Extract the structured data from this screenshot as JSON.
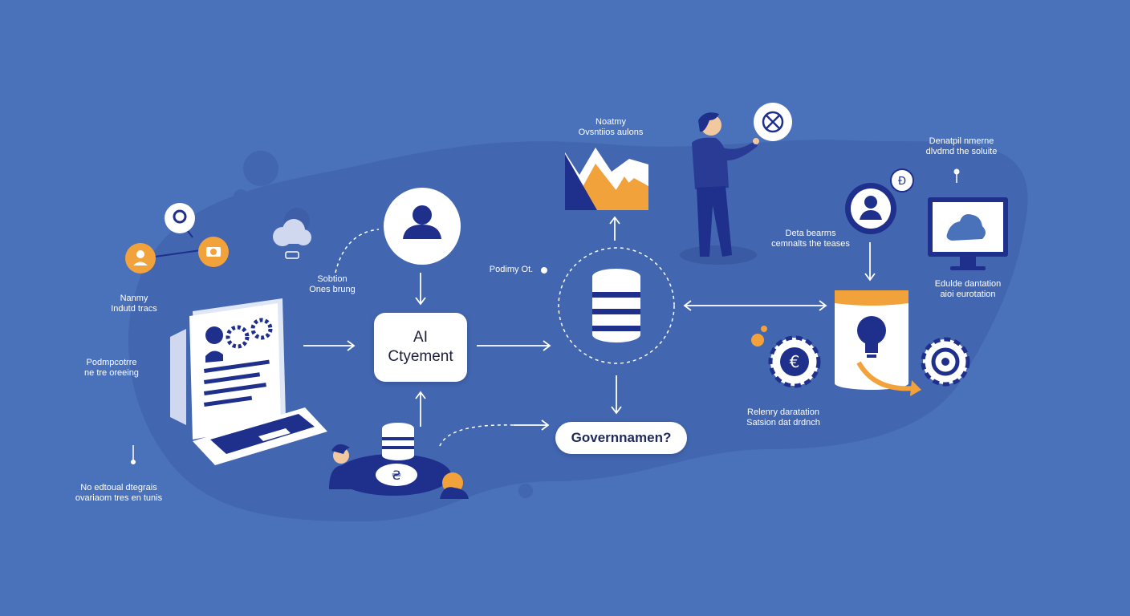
{
  "colors": {
    "background": "#4a72bb",
    "blob": "#4266b0",
    "navy": "#1f2f8c",
    "accent": "#f2a23a",
    "white": "#ffffff"
  },
  "nodes": {
    "ai_box": {
      "line1": "AI",
      "line2": "Ctyement"
    },
    "governance": {
      "label": "Governnamen?"
    }
  },
  "labels": {
    "left_top": {
      "line1": "Nanmy",
      "line2": "Indutd tracs"
    },
    "left_mid": {
      "line1": "Podmpcotrre",
      "line2": "ne tre oreeing"
    },
    "left_bottom": {
      "line1": "No edtoual dtegrais",
      "line2": "ovariaom tres en tunis"
    },
    "center_left": {
      "line1": "Sobtion",
      "line2": "Ones brung"
    },
    "center_db": {
      "text": "Podimy Ot."
    },
    "top_center": {
      "line1": "Noatmy",
      "line2": "Ovsntiios aulons"
    },
    "right_top": {
      "line1": "Denatpil nmerne",
      "line2": "dlvdmd the soluite"
    },
    "right_mid": {
      "line1": "Deta bearms",
      "line2": "cemnalts the teases"
    },
    "right_monitor": {
      "line1": "Edulde dantation",
      "line2": "aioi eurotation"
    },
    "right_bottom": {
      "line1": "Relenry daratation",
      "line2": "Satsion dat drdnch"
    }
  },
  "icons": {
    "person_circle": "person-icon",
    "database": "database-icon",
    "coin": "coin-icon",
    "lightbulb": "lightbulb-icon",
    "euro_gear": "euro-gear-icon",
    "gear": "gear-icon",
    "compass": "compass-icon",
    "monitor": "monitor-icon",
    "laptop": "laptop-icon",
    "chart": "mountain-chart-icon"
  }
}
